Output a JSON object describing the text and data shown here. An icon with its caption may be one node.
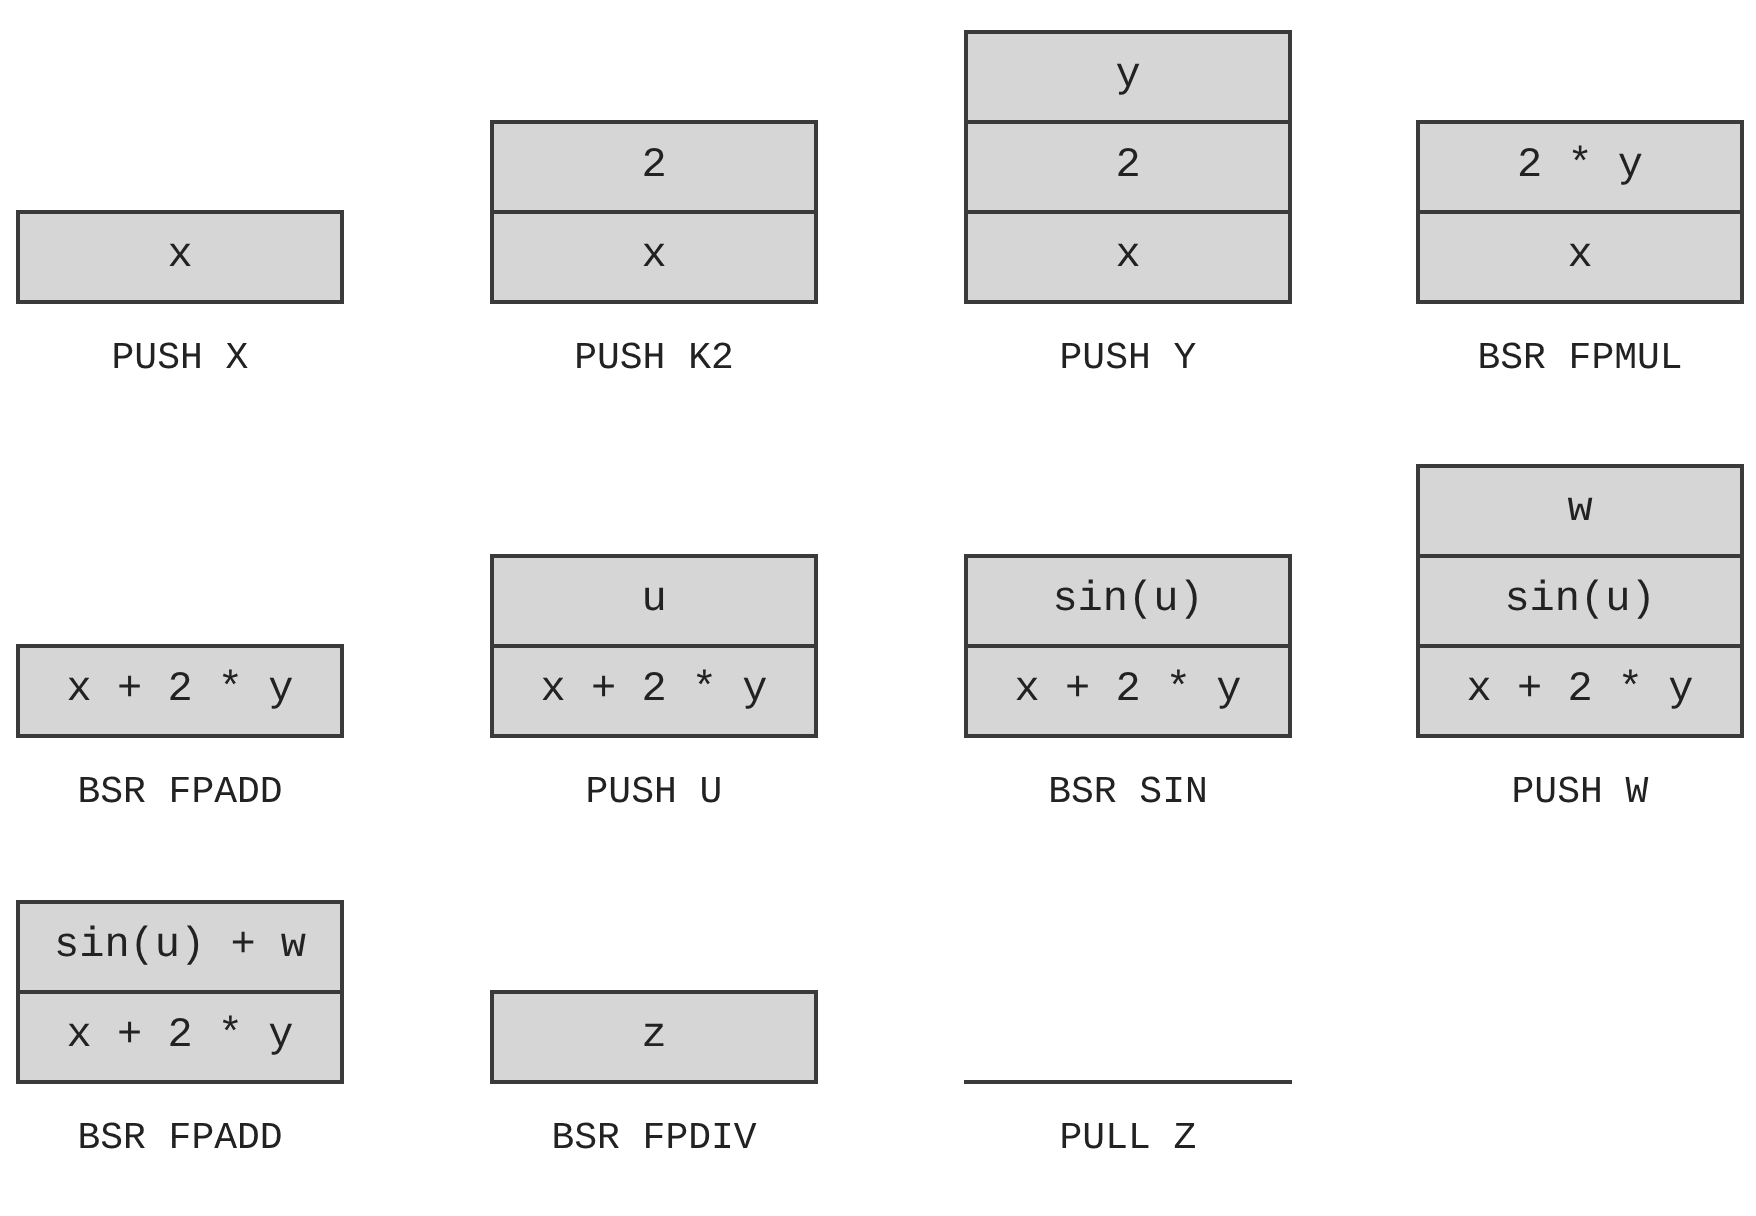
{
  "diagram": {
    "nodes": [
      {
        "text": [
          "PUSH X"
        ]
      },
      {
        "text": [
          "x"
        ],
        "in": 0
      },
      {
        "text": [
          "PUSH K2"
        ]
      },
      {
        "text": [
          "2"
        ],
        "in": 2
      },
      {
        "text": [
          "x"
        ],
        "in": 2
      },
      {
        "text": [
          "PUSH Y"
        ]
      },
      {
        "text": [
          "y"
        ],
        "in": 5
      },
      {
        "text": [
          "2"
        ],
        "in": 5
      },
      {
        "text": [
          "x"
        ],
        "in": 5
      },
      {
        "text": [
          "BSR FPMUL"
        ]
      },
      {
        "text": [
          "2 * y"
        ],
        "in": 9
      },
      {
        "text": [
          "x"
        ],
        "in": 9
      },
      {
        "text": [
          "BSR FPADD"
        ]
      },
      {
        "text": [
          "x + 2 * y"
        ],
        "in": 12
      },
      {
        "text": [
          "PUSH U"
        ]
      },
      {
        "text": [
          "u"
        ],
        "in": 14
      },
      {
        "text": [
          "x + 2 * y"
        ],
        "in": 14
      },
      {
        "text": [
          "BSR SIN"
        ]
      },
      {
        "text": [
          "sin(u)"
        ],
        "in": 17
      },
      {
        "text": [
          "x + 2 * y"
        ],
        "in": 17
      },
      {
        "text": [
          "PUSH W"
        ]
      },
      {
        "text": [
          "w"
        ],
        "in": 20
      },
      {
        "text": [
          "sin(u)"
        ],
        "in": 20
      },
      {
        "text": [
          "x + 2 * y"
        ],
        "in": 20
      },
      {
        "text": [
          "BSR FPADD"
        ]
      },
      {
        "text": [
          "sin(u) + w"
        ],
        "in": 24
      },
      {
        "text": [
          "x + 2 * y"
        ],
        "in": 24
      },
      {
        "text": [
          "BSR FPDIV"
        ]
      },
      {
        "text": [
          "z"
        ],
        "in": 27
      },
      {
        "text": [
          "PULL Z"
        ]
      }
    ]
  }
}
